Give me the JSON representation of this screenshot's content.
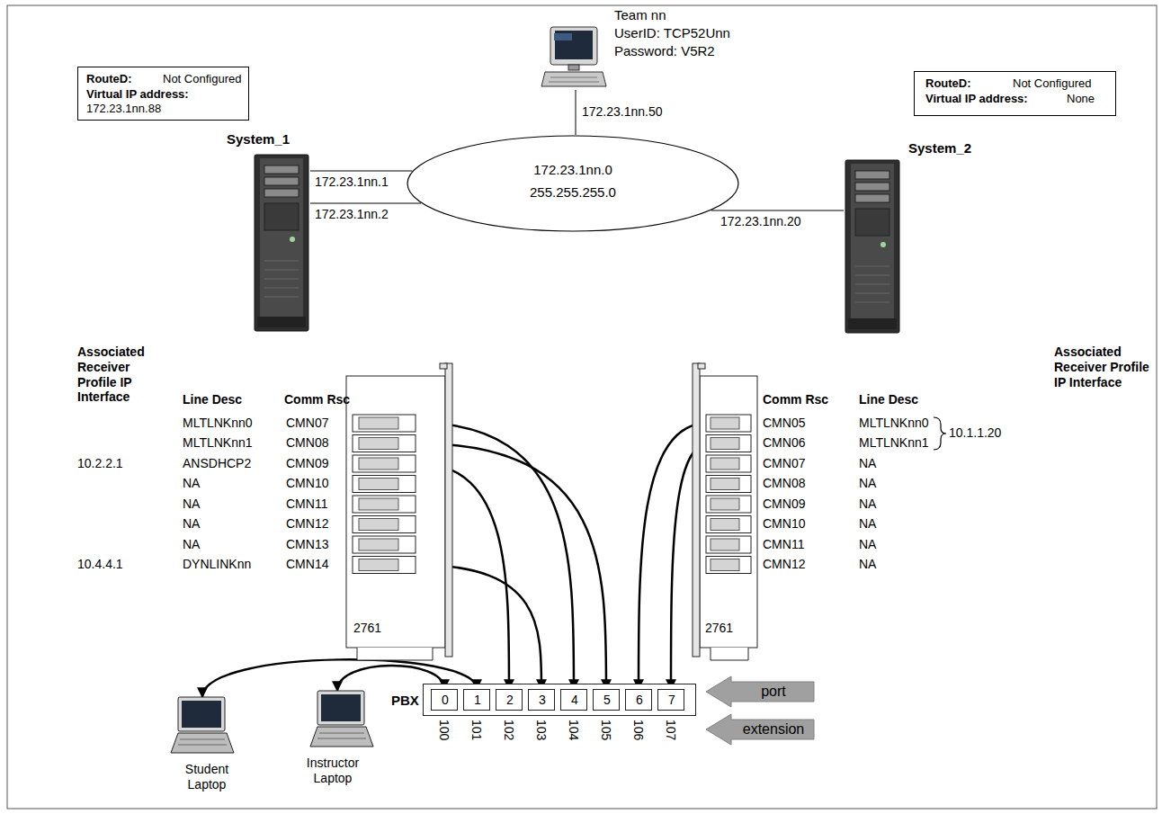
{
  "diagram": {
    "nodes": [
      {
        "text": [
          "RouteD:",
          "Not Configured",
          "Virtual IP address:",
          "172.23.1nn.88"
        ]
      },
      {
        "text": [
          "Team nn",
          "UserID: TCP52Unn",
          "Password: V5R2"
        ]
      },
      {
        "text": [
          "RouteD:",
          "Not Configured",
          "Virtual IP address:",
          "None"
        ]
      },
      {
        "text": [
          "System_1"
        ]
      },
      {
        "text": [
          "172.23.1nn.0",
          "255.255.255.0"
        ]
      },
      {
        "text": [
          "System_2"
        ]
      },
      {
        "text": [
          "2761"
        ]
      },
      {
        "text": [
          "2761"
        ]
      },
      {
        "text": [
          "PBX"
        ]
      },
      {
        "text": [
          "0"
        ],
        "in": 8
      },
      {
        "text": [
          "1"
        ],
        "in": 8
      },
      {
        "text": [
          "2"
        ],
        "in": 8
      },
      {
        "text": [
          "3"
        ],
        "in": 8
      },
      {
        "text": [
          "4"
        ],
        "in": 8
      },
      {
        "text": [
          "5"
        ],
        "in": 8
      },
      {
        "text": [
          "6"
        ],
        "in": 8
      },
      {
        "text": [
          "7"
        ],
        "in": 8
      },
      {
        "text": [
          "port"
        ]
      },
      {
        "text": [
          "extension"
        ]
      },
      {
        "text": [
          "Student Laptop"
        ]
      },
      {
        "text": [
          "Instructor Laptop"
        ]
      }
    ],
    "edges": [
      {
        "from": 1,
        "to": 4,
        "arrow": "none",
        "label": "172.23.1nn.50"
      },
      {
        "from": 3,
        "to": 4,
        "arrow": "none",
        "label": "172.23.1nn.1"
      },
      {
        "from": 3,
        "to": 4,
        "arrow": "none",
        "label": "172.23.1nn.2"
      },
      {
        "from": 5,
        "to": 4,
        "arrow": "none",
        "label": "172.23.1nn.20"
      },
      {
        "from": 6,
        "to": 13,
        "arrow": "both"
      },
      {
        "from": 6,
        "to": 14,
        "arrow": "both"
      },
      {
        "from": 6,
        "to": 11,
        "arrow": "both"
      },
      {
        "from": 6,
        "to": 12,
        "arrow": "both"
      },
      {
        "from": 7,
        "to": 15,
        "arrow": "both"
      },
      {
        "from": 7,
        "to": 16,
        "arrow": "both"
      },
      {
        "from": 19,
        "to": 10,
        "arrow": "both"
      },
      {
        "from": 20,
        "to": 9,
        "arrow": "both"
      }
    ],
    "labels": [
      "Associated Receiver Profile IP Interface",
      "Line Desc",
      "Comm Rsc",
      "MLTLNKnn0",
      "CMN07",
      "MLTLNKnn1",
      "CMN08",
      "10.2.2.1",
      "ANSDHCP2",
      "CMN09",
      "NA",
      "CMN10",
      "NA",
      "CMN11",
      "NA",
      "CMN12",
      "NA",
      "CMN13",
      "10.4.4.1",
      "DYNLINKnn",
      "CMN14",
      "Comm Rsc",
      "Line Desc",
      "Associated Receiver Profile IP Interface",
      "CMN05",
      "MLTLNKnn0",
      "CMN06",
      "MLTLNKnn1",
      "CMN07",
      "NA",
      "CMN08",
      "NA",
      "CMN09",
      "NA",
      "CMN10",
      "NA",
      "CMN11",
      "NA",
      "CMN12",
      "NA",
      "10.1.1.20",
      "100",
      "101",
      "102",
      "103",
      "104",
      "105",
      "106",
      "107"
    ]
  }
}
